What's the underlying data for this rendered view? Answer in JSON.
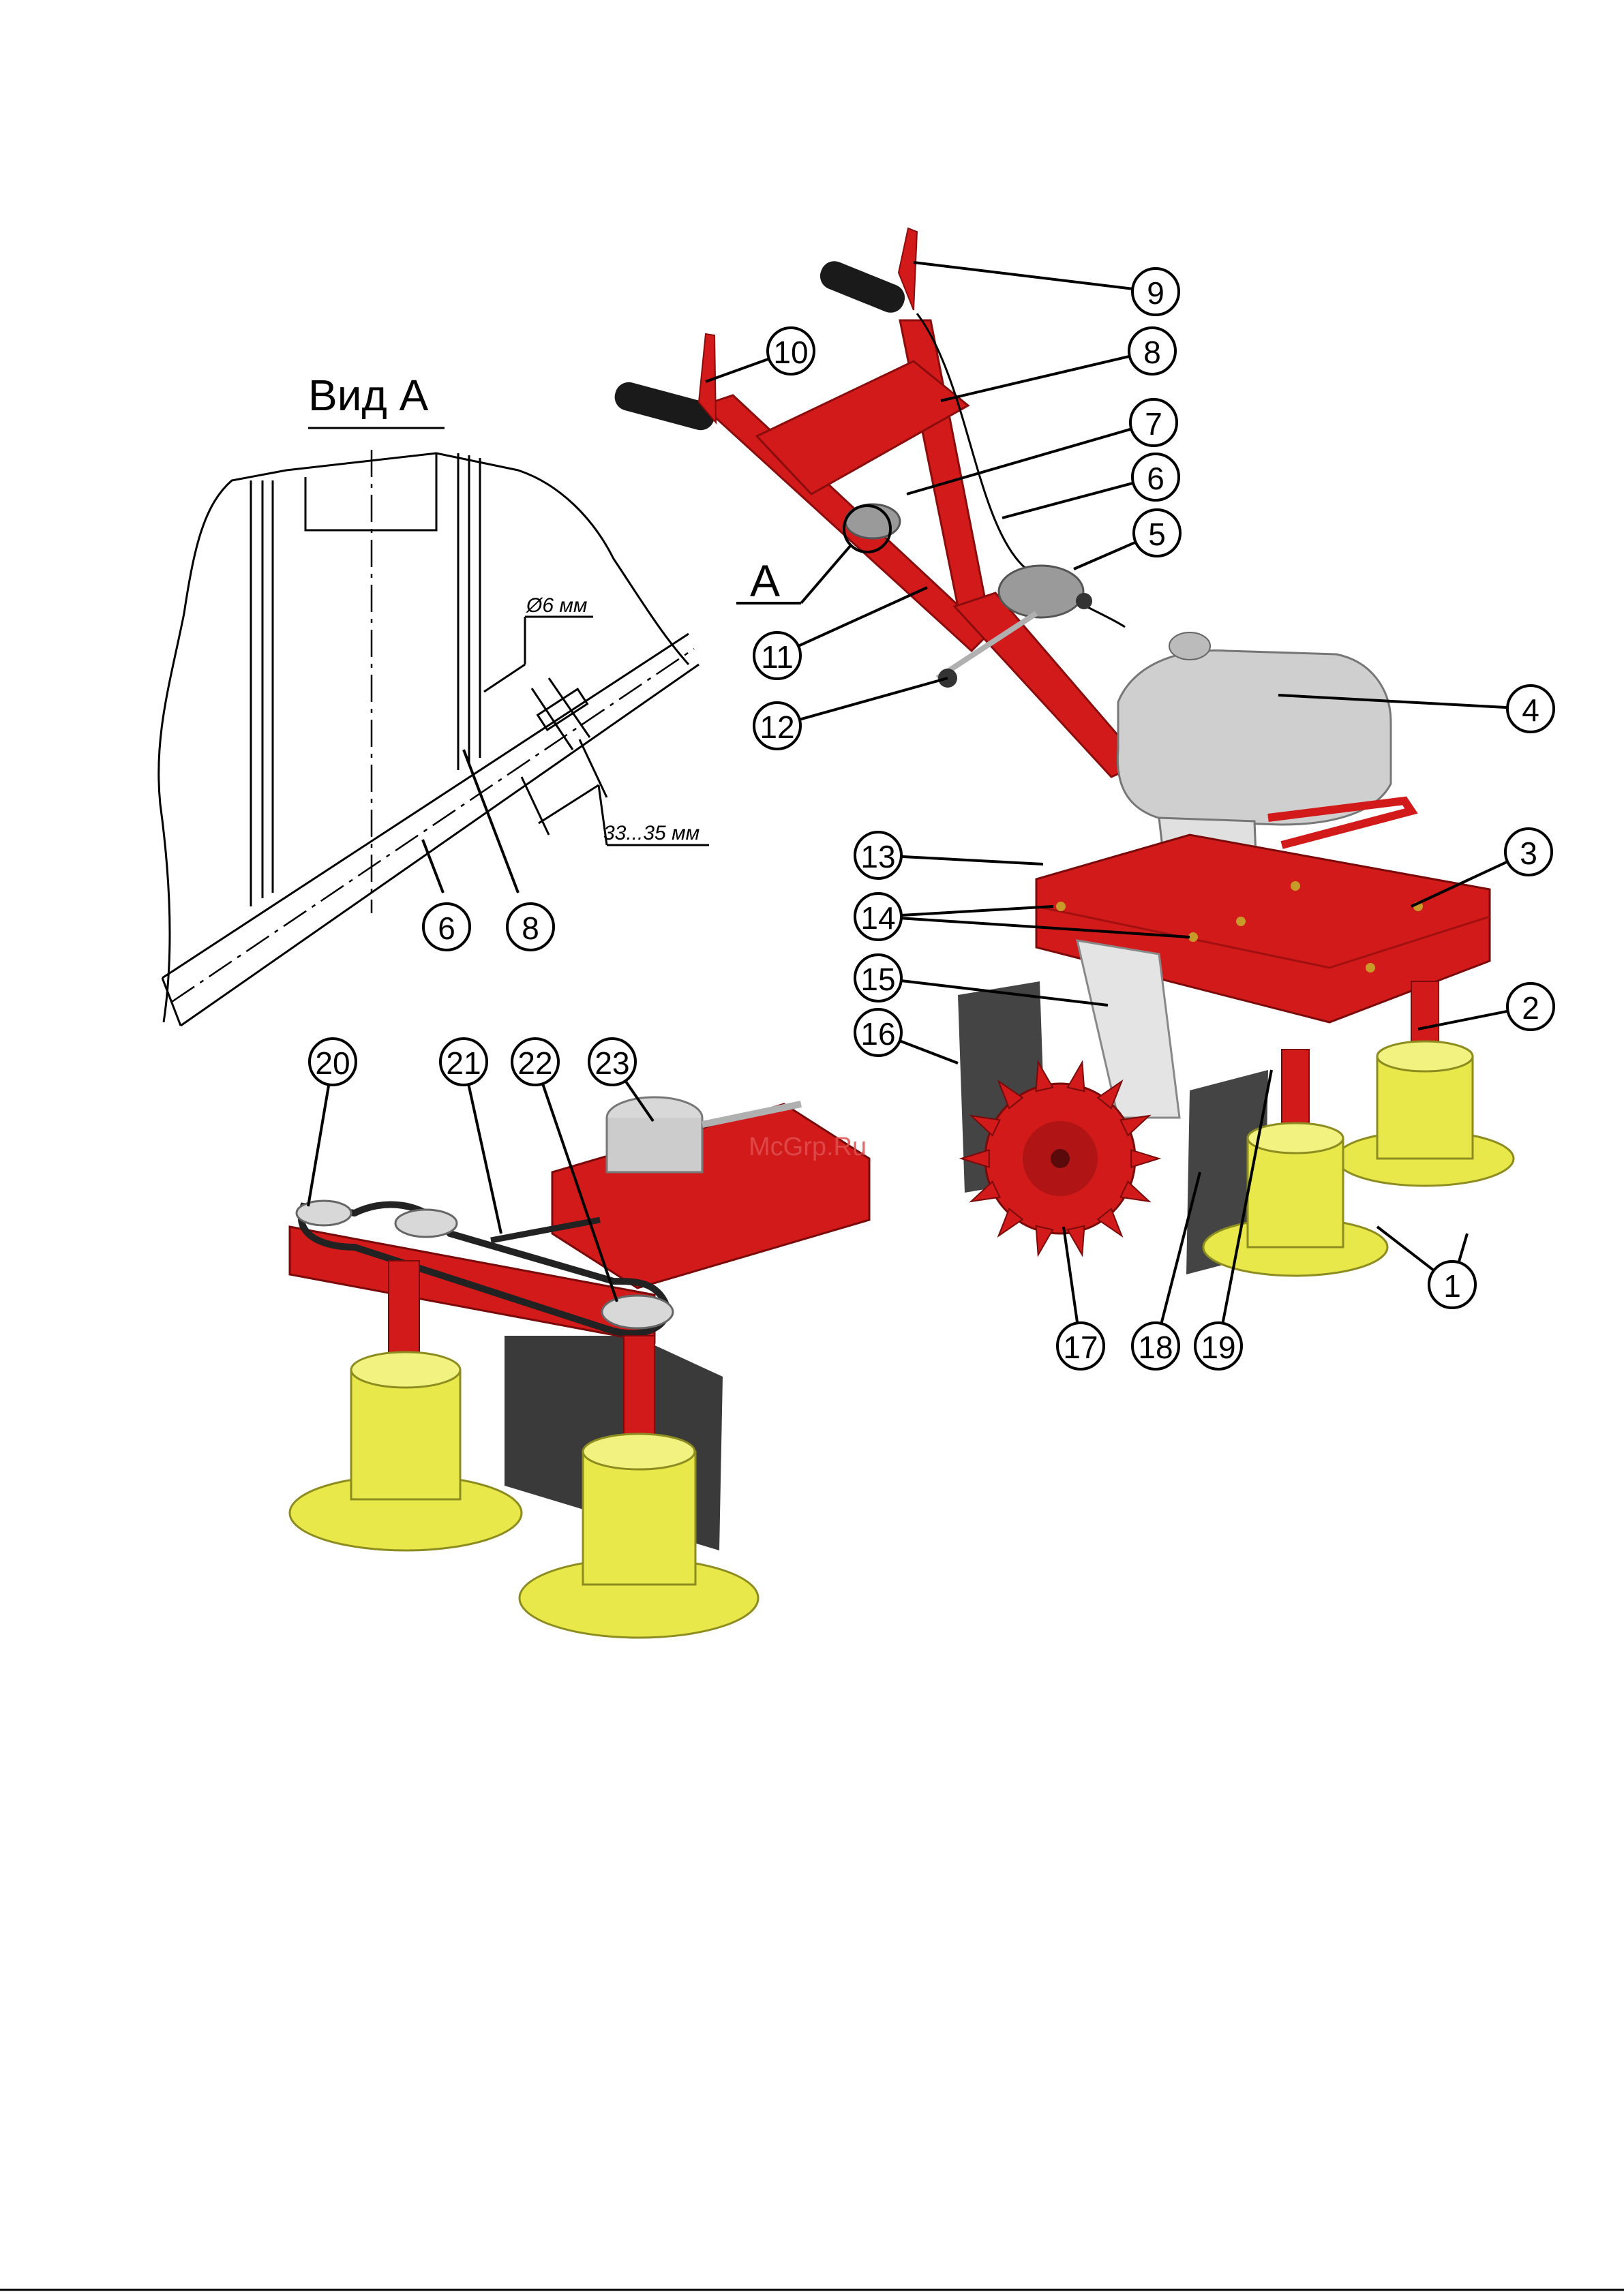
{
  "view": {
    "title": "Вид А",
    "label_a": "А",
    "dim_diameter": "Ø6 мм",
    "dim_length": "33...35 мм",
    "callouts": [
      "6",
      "8"
    ]
  },
  "main_callouts": [
    "1",
    "2",
    "3",
    "4",
    "5",
    "6",
    "7",
    "8",
    "9",
    "10",
    "11",
    "12",
    "13",
    "14",
    "15",
    "16",
    "17",
    "18",
    "19"
  ],
  "detail_callouts": [
    "20",
    "21",
    "22",
    "23"
  ],
  "watermark": "McGrp.Ru",
  "colors": {
    "frame_red": "#d21a1a",
    "disc_yellow": "#e8e84a",
    "engine_grey": "#cfcfcf",
    "shield_dark": "#3a3a3a"
  }
}
